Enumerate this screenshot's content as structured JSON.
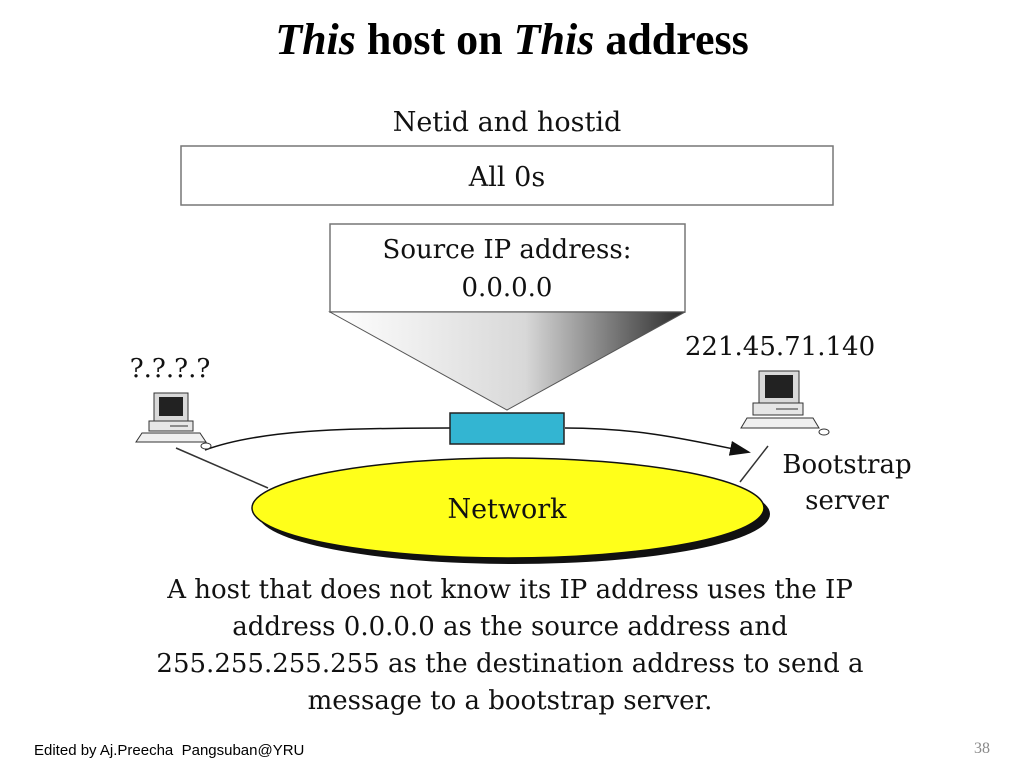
{
  "slide": {
    "title_parts": [
      "This",
      " host on ",
      "This",
      " address"
    ],
    "page_number": "38",
    "footer": "Edited by Aj.Preecha  Pangsuban@YRU"
  },
  "diagram": {
    "header_label": "Netid and hostid",
    "box_label": "All 0s",
    "source_line1": "Source IP address:",
    "source_line2": "0.0.0.0",
    "left_host_ip": "?.?.?.?",
    "right_host_ip": "221.45.71.140",
    "server_line1": "Bootstrap",
    "server_line2": "server",
    "network_label": "Network",
    "colors": {
      "network_fill": "#ffff1a",
      "packet_fill": "#33b5d2",
      "border": "#333333"
    }
  },
  "caption": "A host that does not know its IP address uses the IP address 0.0.0.0 as the source address and 255.255.255.255 as the destination address to send a message to a bootstrap server."
}
